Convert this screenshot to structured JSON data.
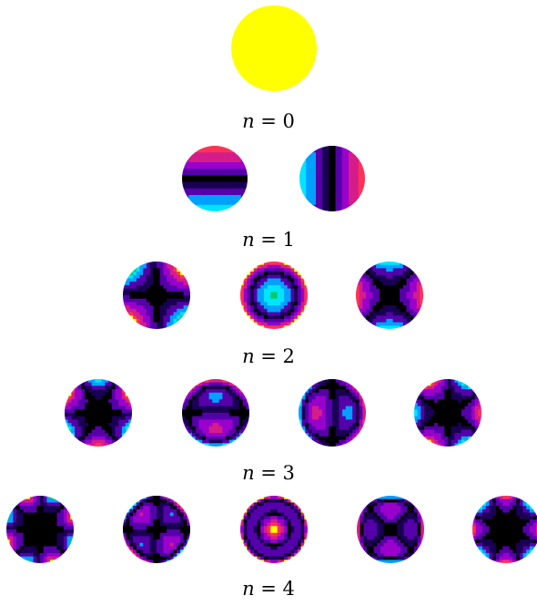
{
  "figure": {
    "rows": [
      {
        "label_var": "n",
        "label_rest": " = 0",
        "modes": [
          "m0"
        ]
      },
      {
        "label_var": "n",
        "label_rest": " = 1",
        "modes": [
          "sin1",
          "cos1"
        ]
      },
      {
        "label_var": "n",
        "label_rest": " = 2",
        "modes": [
          "sin2",
          "radial2",
          "cos2"
        ]
      },
      {
        "label_var": "n",
        "label_rest": " = 3",
        "modes": [
          "sin3",
          "odd31",
          "even31",
          "cos3"
        ]
      },
      {
        "label_var": "n",
        "label_rest": " = 4",
        "modes": [
          "sin4",
          "sin42",
          "radial4",
          "cos42",
          "cos4"
        ]
      }
    ],
    "palette": [
      "#000000",
      "#1a0055",
      "#5500aa",
      "#9a00cc",
      "#d41c8a",
      "#ff3355",
      "#00a0ff",
      "#00e5ff",
      "#00cc66",
      "#ffff00"
    ]
  }
}
